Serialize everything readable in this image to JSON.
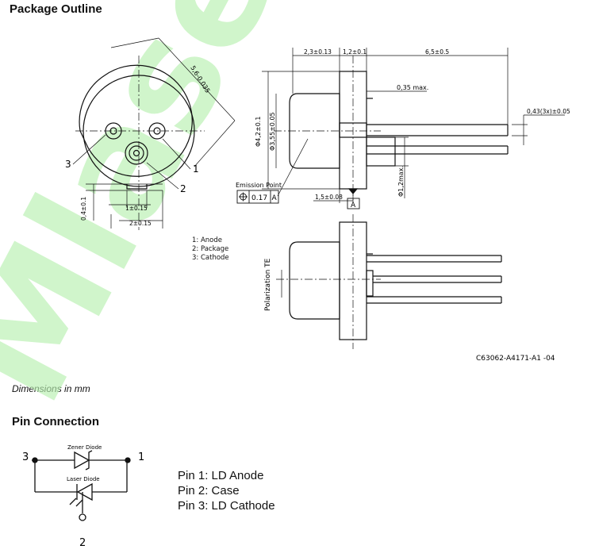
{
  "headings": {
    "outline": "Package Outline",
    "pin_connection": "Pin Connection"
  },
  "watermark": {
    "text": "Mlaser",
    "color": "#b8f0b0"
  },
  "outline": {
    "dim_56": "5,6-0.035",
    "dim_04": "0,4±0.1",
    "dim_1": "1±0.15",
    "dim_2": "2±0.15",
    "pin_3": "3",
    "pin_1": "1",
    "pin_2": "2",
    "legend": [
      "1: Anode",
      "2: Package",
      "3: Cathode"
    ]
  },
  "side": {
    "dim_23": "2,3±0.13",
    "dim_12": "1,2±0.1",
    "dim_65": "6,5±0.5",
    "dim_035": "0,35 max.",
    "dim_043": "0,43(3x)±0.05",
    "dim_phi42": "Φ4,2±0.1",
    "dim_phi355": "Φ3,55±0.05",
    "dim_phi12": "Φ1,2max.",
    "dim_15": "1,5±0.08",
    "emission_point": "Emission Point",
    "tolerance": "0.17",
    "datum": "A",
    "datum_flag": "A",
    "polarization": "Polarization TE",
    "drawing_no": "C63062-A4171-A1 -04"
  },
  "dimensions_note": "Dimensions in mm",
  "schematic": {
    "zener_label": "Zener Diode",
    "laser_label": "Laser Diode",
    "pin_3": "3",
    "pin_1": "1",
    "pin_2": "2"
  },
  "pin_list": [
    "Pin 1: LD Anode",
    "Pin 2: Case",
    "Pin 3: LD Cathode"
  ]
}
